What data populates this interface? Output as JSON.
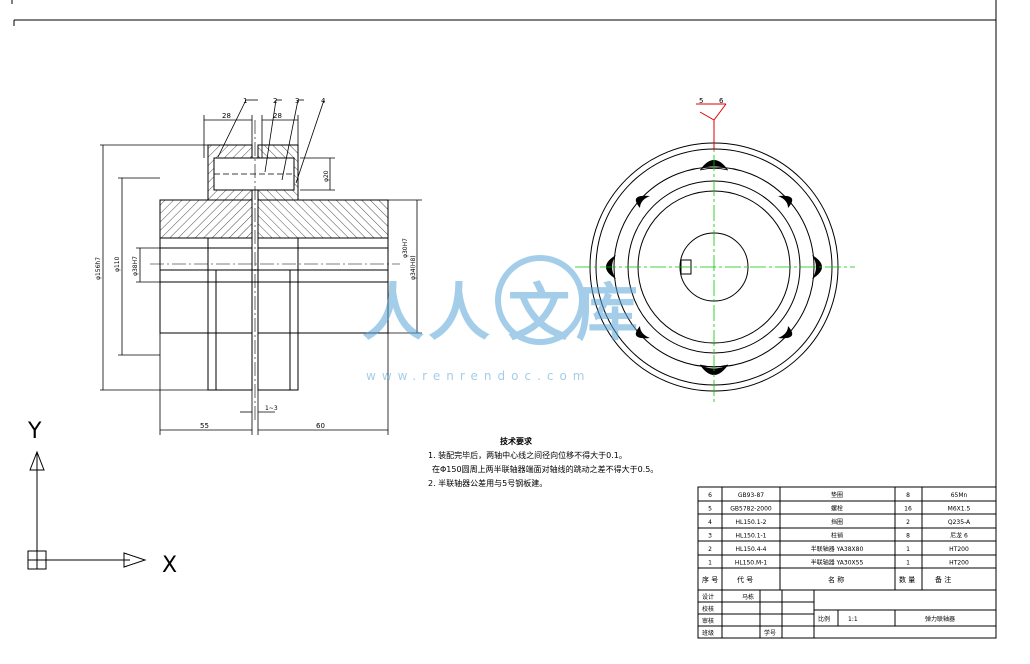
{
  "balloons": [
    "1",
    "2",
    "3",
    "4",
    "5",
    "6"
  ],
  "dimensions": {
    "top_w1": "28",
    "top_w2": "28",
    "phi20": "φ20",
    "phi_outer": "φ156h7",
    "phi110": "φ110",
    "phi_bore_l": "φ38H7",
    "phi_bore_r": "φ30H7",
    "phi_right": "φ34(H8)",
    "len_left": "55",
    "len_right": "60",
    "gap": "1~3"
  },
  "tech_req": {
    "title": "技术要求",
    "line1": "1. 装配完毕后，两轴中心线之间径向位移不得大于0.1。",
    "line2": "在Φ150圆周上两半联轴器端面对轴线的跳动之差不得大于0.5。",
    "line3": "2. 半联轴器公差用与5号钢板建。"
  },
  "watermark": {
    "chars": [
      "人",
      "人",
      "文",
      "库"
    ],
    "url": "www.renrendoc.com"
  },
  "axes": {
    "y": "Y",
    "x": "X"
  },
  "bom": {
    "rows": [
      {
        "no": "6",
        "code": "GB93-87",
        "name": "垫圈",
        "qty": "8",
        "material": "65Mn"
      },
      {
        "no": "5",
        "code": "GB5782-2000",
        "name": "螺栓",
        "qty": "16",
        "material": "M6X1.5"
      },
      {
        "no": "4",
        "code": "HL150.1-2",
        "name": "挡圈",
        "qty": "2",
        "material": "Q235-A"
      },
      {
        "no": "3",
        "code": "HL150.1-1",
        "name": "柱销",
        "qty": "8",
        "material": "尼龙 6"
      },
      {
        "no": "2",
        "code": "HL150.4-4",
        "name": "半联轴器 YA38X80",
        "qty": "1",
        "material": "HT200"
      },
      {
        "no": "1",
        "code": "HL150.M-1",
        "name": "半联轴器 YA30X55",
        "qty": "1",
        "material": "HT200"
      }
    ],
    "header": {
      "no": "序 号",
      "code": "代 号",
      "name": "名 称",
      "qty": "数 量",
      "material": "备 注"
    }
  },
  "title_block": {
    "design": "设计",
    "designer": "马栋",
    "check": "校核",
    "review": "审核",
    "class": "班级",
    "student_no": "学号",
    "scale_label": "比例",
    "scale": "1:1",
    "drawing_name": "弹力联轴器"
  },
  "colors": {
    "line": "#000000",
    "center": "#00c800",
    "red": "#e00000",
    "watermark": "#5aa5d8"
  }
}
